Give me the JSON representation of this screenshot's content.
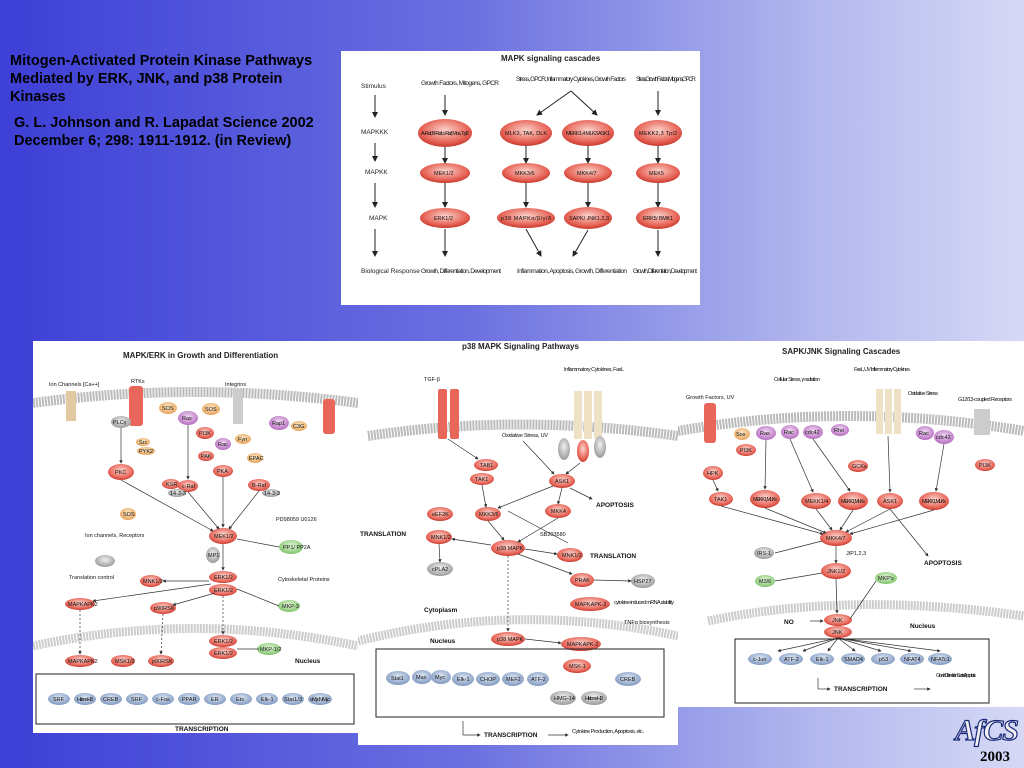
{
  "slide": {
    "title": "Mitogen-Activated Protein Kinase Pathways Mediated by ERK, JNK, and p38 Protein Kinases",
    "citation": "G. L. Johnson and R. Lapadat Science 2002 December 6; 298: 1911-1912. (in Review)",
    "logo": "AfCS",
    "year": "2003"
  },
  "cascades": {
    "title": "MAPK signaling cascades",
    "row_labels": [
      "Stimulus",
      "MAPKKK",
      "MAPKK",
      "MAPK",
      "Biological Response"
    ],
    "columns": [
      {
        "stimulus": "Growth Factors, Mitogens, GPCR",
        "mapkkk": "A-Raf, B-Raf, c-Raf, Mos, Tpl2",
        "mapkk": "MEK1/2",
        "mapk": "ERK1/2",
        "response": "Growth, Differentiation, Development"
      },
      {
        "stimulus": "Stress, GPCR, Inflammatory Cytokines, Growth Factors",
        "mapkkk": "MLK3, TAK, DLK",
        "mapkk": "MKK3/6",
        "mapk": "p38 MAPKα/β/γ/δ",
        "response": "Inflammation, Apoptosis, Growth, Differentiation"
      },
      {
        "stimulus": "",
        "mapkkk": "MEKK1,4 MLK3 ASK1",
        "mapkk": "MKK4/7",
        "mapk": "SAPK/ JNK1,2,3",
        "response": ""
      },
      {
        "stimulus": "Stress, Growth Factors, Mitogens, GPCR",
        "mapkkk": "MEKK2,3 Tpl2",
        "mapkk": "MEK5",
        "mapk": "ERK5/ BMK1",
        "response": "Growth, Differentiation, Development"
      }
    ]
  },
  "erk_panel": {
    "title": "MAPK/ERK in Growth and Differentiation",
    "labels": {
      "ion_channels": "Ion Channels [Ca++]",
      "rtk": "RTKs",
      "integrins": "Integrins",
      "inhibitors": "PD98059 U0126",
      "ion_receptors": "Ion channels, Receptors",
      "translation": "Translation control",
      "cytoskeletal": "Cytoskeletal Proteins",
      "nucleus": "Nucleus",
      "transcription": "TRANSCRIPTION"
    },
    "nodes": [
      "PLCγ",
      "SOS",
      "Ras",
      "SOS",
      "Fyn",
      "Rap1",
      "C3G",
      "Src",
      "PYK2",
      "PKC",
      "PI3K",
      "PAK",
      "Rac",
      "EPAC",
      "KSR",
      "c-Raf",
      "PKA",
      "B-Raf",
      "14-3-3",
      "14-3-3",
      "MEK1/2",
      "PP1/ PP2A",
      "MP1",
      "ERK1/2",
      "ERK1/2",
      "MNK1/2",
      "p90RSK",
      "MAPKAPK2",
      "MKP-3",
      "ERK1/2",
      "ERK1/2",
      "MKP-1/2",
      "MAPKAPK2",
      "MSK1/2",
      "p90RSK"
    ],
    "tf": [
      "SRF",
      "Histone H3",
      "CREB",
      "SRF",
      "c-Fos",
      "PPAR",
      "ER",
      "Ets",
      "Elk-1",
      "Stat1/3",
      "c-Myc N-Myc"
    ]
  },
  "p38_panel": {
    "title": "p38 MAPK Signaling Pathways",
    "labels": {
      "tgfb": "TGF-β",
      "inflam": "Inflammatory Cytokines, FasL",
      "oxid": "Oxidative Stress, UV",
      "apoptosis": "APOPTOSIS",
      "translation": "TRANSLATION",
      "translation2": "TRANSLATION",
      "inhibitor": "SB203580",
      "cytoplasm": "Cytoplasm",
      "nucleus": "Nucleus",
      "cytokine_mrna": "cytokine-induced mRNA stability",
      "tnf": "TNFα biosynthesis",
      "transcription": "TRANSCRIPTION",
      "outcome": "Cytokine Production, Apoptosis, etc."
    },
    "nodes": [
      "TAB1",
      "TAK1",
      "ASK1",
      "eEF2K",
      "MKK3/6",
      "MKK4",
      "MNK1/2",
      "p38 MAPK",
      "MNK1/2",
      "cPLA2",
      "PRAK",
      "HSP27",
      "MAPKAPK-2",
      "p38 MAPK",
      "MAPKAPK-2",
      "MSK-1"
    ],
    "tf": [
      "Stat1",
      "Max",
      "Myc",
      "Elk-1",
      "CHOP",
      "MEF2",
      "ATF-2",
      "CREB",
      "HMG-14",
      "Histone H3"
    ]
  },
  "jnk_panel": {
    "title": "SAPK/JNK Signaling Cascades",
    "labels": {
      "gf_uv": "Growth Factors, UV",
      "cell_stress": "Cellular Stress, γ radiation",
      "fasl": "FasL, UV Inflammatory Cytokines",
      "oxid": "Oxidative Stress",
      "g1213": "G12/13-coupled Receptors",
      "apoptosis": "APOPTOSIS",
      "no": "NO",
      "nucleus": "Nucleus",
      "transcription": "TRANSCRIPTION",
      "outcome": "Growth Differentiation Survival Apoptosis"
    },
    "nodes": [
      "Sos",
      "Ras",
      "Rac",
      "cdc42",
      "Rho",
      "Rac",
      "cdc42",
      "PI3K",
      "PI3K",
      "HPK",
      "GCKs",
      "TAK1",
      "MEKK1, MLKs",
      "MEKK1/4",
      "MEKK1, MLKs",
      "ASK1",
      "MEKK1, MLKs",
      "MKK4/7",
      "IRS-1",
      "JIP1,2,3",
      "JNK1/2",
      "M3/6",
      "MKP's",
      "JNK",
      "JNK"
    ],
    "tf": [
      "c-Jun",
      "ATF-2",
      "Elk-1",
      "SMAD4",
      "p53",
      "NFAT4",
      "NFATc1"
    ]
  }
}
